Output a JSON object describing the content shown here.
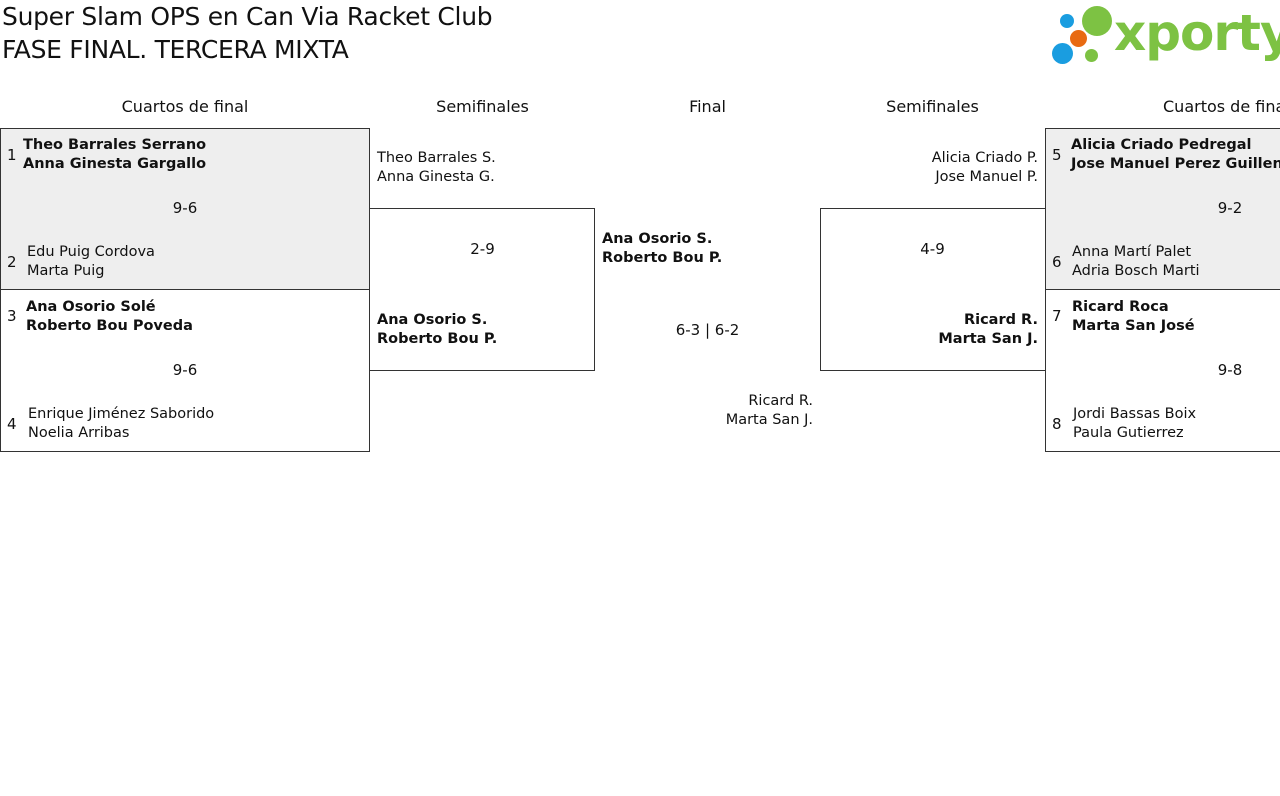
{
  "header": {
    "title": "Super Slam OPS en Can Via Racket Club",
    "subtitle": "FASE FINAL. TERCERA MIXTA",
    "logo_text": "xporty"
  },
  "colors": {
    "logo_green": "#7dc243",
    "logo_blue": "#1a9de0",
    "logo_orange": "#e86a12",
    "shade": "#eeeeee"
  },
  "rounds": {
    "left_quarters": "Cuartos de final",
    "left_semis": "Semifinales",
    "final": "Final",
    "right_semis": "Semifinales",
    "right_quarters": "Cuartos de final"
  },
  "quarters": [
    {
      "seed_a": "1",
      "a1": "Theo Barrales Serrano",
      "a2": "Anna Ginesta Gargallo",
      "score": "9-6",
      "seed_b": "2",
      "b1": "Edu Puig Cordova",
      "b2": "Marta Puig"
    },
    {
      "seed_a": "3",
      "a1": "Ana Osorio Solé",
      "a2": "Roberto Bou Poveda",
      "score": "9-6",
      "seed_b": "4",
      "b1": "Enrique Jiménez Saborido",
      "b2": "Noelia Arribas"
    },
    {
      "seed_a": "5",
      "a1": "Alicia Criado Pedregal",
      "a2": "Jose Manuel Perez Guillen",
      "score": "9-2",
      "seed_b": "6",
      "b1": "Anna Martí Palet",
      "b2": "Adria Bosch Marti"
    },
    {
      "seed_a": "7",
      "a1": "Ricard Roca",
      "a2": "Marta San José",
      "score": "9-8",
      "seed_b": "8",
      "b1": "Jordi Bassas Boix",
      "b2": "Paula Gutierrez"
    }
  ],
  "semis": {
    "left": {
      "a1": "Theo Barrales S.",
      "a2": "Anna Ginesta G.",
      "score": "2-9",
      "b1": "Ana Osorio S.",
      "b2": "Roberto Bou P."
    },
    "right": {
      "a1": "Alicia Criado P.",
      "a2": "Jose Manuel P.",
      "score": "4-9",
      "b1": "Ricard R.",
      "b2": "Marta San J."
    }
  },
  "final": {
    "a1": "Ana Osorio S.",
    "a2": "Roberto Bou P.",
    "score": "6-3 | 6-2",
    "b1": "Ricard R.",
    "b2": "Marta San J."
  }
}
